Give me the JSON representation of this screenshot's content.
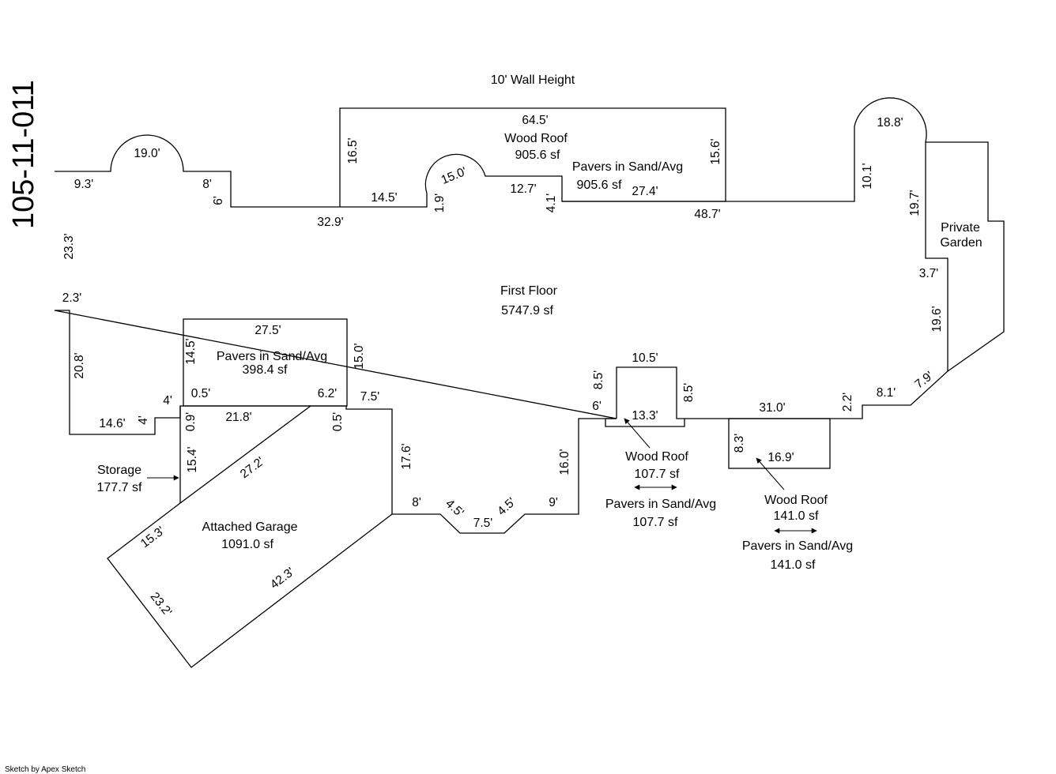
{
  "parcel_id": "105-11-011",
  "wall_height_note": "10' Wall Height",
  "credit": "Sketch by Apex Sketch",
  "areas": {
    "first_floor": {
      "name": "First Floor",
      "sf": "5747.9 sf"
    },
    "wood_roof_top": {
      "name": "Wood Roof",
      "sf": "905.6 sf"
    },
    "pavers_top": {
      "name": "Pavers in Sand/Avg",
      "sf": "905.6 sf"
    },
    "pavers_left": {
      "name": "Pavers in Sand/Avg",
      "sf": "398.4 sf"
    },
    "storage": {
      "name": "Storage",
      "sf": "177.7 sf"
    },
    "garage": {
      "name": "Attached Garage",
      "sf": "1091.0 sf"
    },
    "wood_roof_small": {
      "name": "Wood Roof",
      "sf": "107.7 sf"
    },
    "pavers_small": {
      "name": "Pavers in Sand/Avg",
      "sf": "107.7 sf"
    },
    "wood_roof_right": {
      "name": "Wood Roof",
      "sf": "141.0 sf"
    },
    "pavers_right": {
      "name": "Pavers in Sand/Avg",
      "sf": "141.0 sf"
    },
    "private_garden": {
      "name_line1": "Private",
      "name_line2": "Garden"
    }
  },
  "dimensions": {
    "d19_0": "19.0'",
    "d9_3": "9.3'",
    "d8_a": "8'",
    "d6_a": "6'",
    "d32_9": "32.9'",
    "d23_3": "23.3'",
    "d2_3": "2.3'",
    "d20_8": "20.8'",
    "d14_6": "14.6'",
    "d4_a": "4'",
    "d4_b": "4'",
    "d64_5": "64.5'",
    "d16_5": "16.5'",
    "d15_6": "15.6'",
    "d14_5_top": "14.5'",
    "d1_9": "1.9'",
    "d15_0_arc": "15.0'",
    "d12_7": "12.7'",
    "d4_1": "4.1'",
    "d27_4": "27.4'",
    "d48_7": "48.7'",
    "d18_8": "18.8'",
    "d10_1": "10.1'",
    "d19_7": "19.7'",
    "d3_7": "3.7'",
    "d19_6": "19.6'",
    "d7_9": "7.9'",
    "d8_1": "8.1'",
    "d2_2": "2.2'",
    "d31_0": "31.0'",
    "d8_3": "8.3'",
    "d16_9": "16.9'",
    "d10_5": "10.5'",
    "d8_5_l": "8.5'",
    "d8_5_r": "8.5'",
    "d6_b": "6'",
    "d13_3": "13.3'",
    "d16_0": "16.0'",
    "d9_b": "9'",
    "d4_5_r": "4.5'",
    "d7_5_bot": "7.5'",
    "d4_5_l": "4.5'",
    "d8_b": "8'",
    "d17_6": "17.6'",
    "d7_5_mid": "7.5'",
    "d27_5": "27.5'",
    "d14_5_pav": "14.5'",
    "d15_0_pav": "15.0'",
    "d0_5_a": "0.5'",
    "d6_2": "6.2'",
    "d21_8": "21.8'",
    "d0_9": "0.9'",
    "d0_5_b": "0.5'",
    "d15_4": "15.4'",
    "d27_2": "27.2'",
    "d15_3": "15.3'",
    "d42_3": "42.3'",
    "d23_2": "23.2'"
  }
}
